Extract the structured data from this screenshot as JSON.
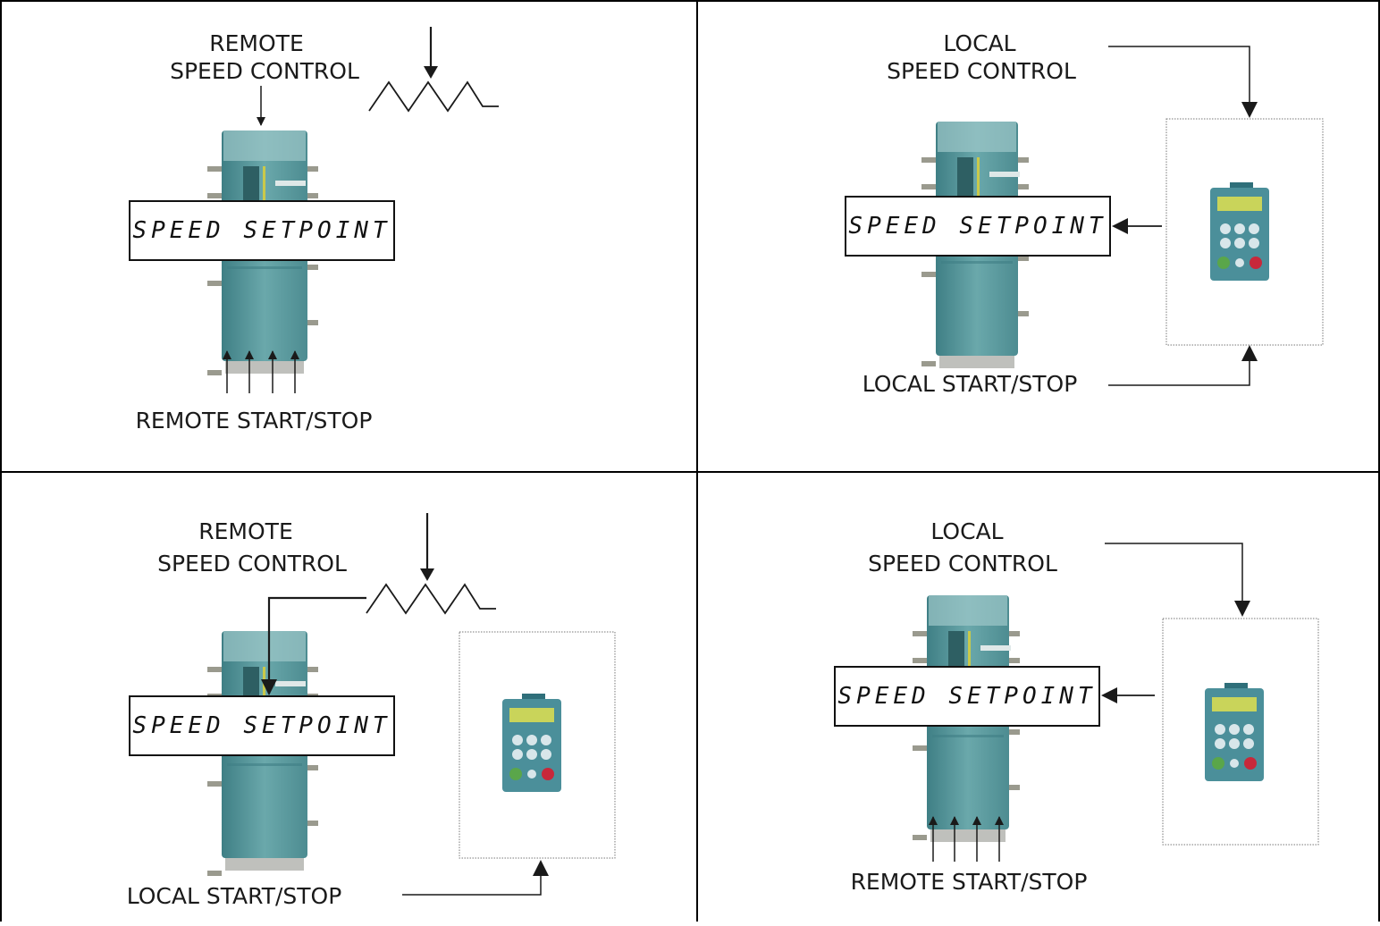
{
  "colors": {
    "line": "#1a1a1a",
    "drive_body": "#5f9fa3",
    "drive_dark": "#3f7f85",
    "drive_light": "#9ec8c9",
    "keypad_body": "#4b8f9a",
    "keypad_screen": "#c9d45a",
    "key_green": "#5aa64a",
    "key_red": "#c8283a"
  },
  "panels": [
    {
      "id": "top-left",
      "speed_label": [
        "REMOTE",
        "SPEED CONTROL"
      ],
      "start_stop_label": "REMOTE START/STOP",
      "display_text": "SPEED SETPOINT",
      "speed_source": "potentiometer",
      "start_stop_source": "remote-terminals",
      "has_keypad": false
    },
    {
      "id": "top-right",
      "speed_label": [
        "LOCAL",
        "SPEED CONTROL"
      ],
      "start_stop_label": "LOCAL START/STOP",
      "display_text": "SPEED SETPOINT",
      "speed_source": "keypad",
      "start_stop_source": "keypad",
      "has_keypad": true
    },
    {
      "id": "bottom-left",
      "speed_label": [
        "REMOTE",
        "SPEED CONTROL"
      ],
      "start_stop_label": "LOCAL START/STOP",
      "display_text": "SPEED SETPOINT",
      "speed_source": "potentiometer",
      "start_stop_source": "keypad",
      "has_keypad": true
    },
    {
      "id": "bottom-right",
      "speed_label": [
        "LOCAL",
        "SPEED CONTROL"
      ],
      "start_stop_label": "REMOTE START/STOP",
      "display_text": "SPEED SETPOINT",
      "speed_source": "keypad",
      "start_stop_source": "remote-terminals",
      "has_keypad": true
    }
  ],
  "icons": [
    "potentiometer-icon",
    "drive-unit-icon",
    "keypad-icon",
    "arrow-icon"
  ]
}
